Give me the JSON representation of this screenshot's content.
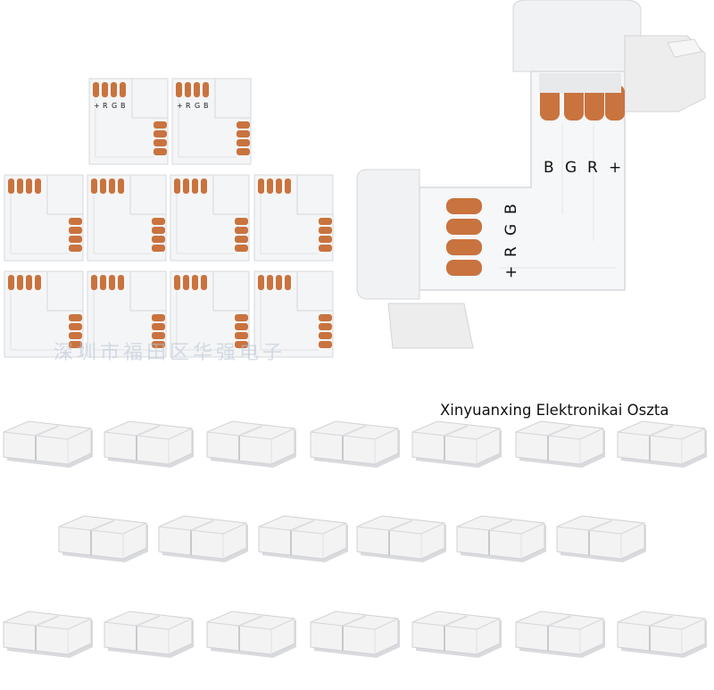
{
  "pcb_labels": {
    "plus": "+",
    "r": "R",
    "g": "G",
    "b": "B"
  },
  "watermark": "深圳市福田区华强电子",
  "brand": "Xinyuanxing Elektronikai Oszta",
  "colors": {
    "board": "#f4f5f6",
    "pad": "#c9733f",
    "clip": "#f3f3f3",
    "clip_shadow": "#d9dadd"
  }
}
